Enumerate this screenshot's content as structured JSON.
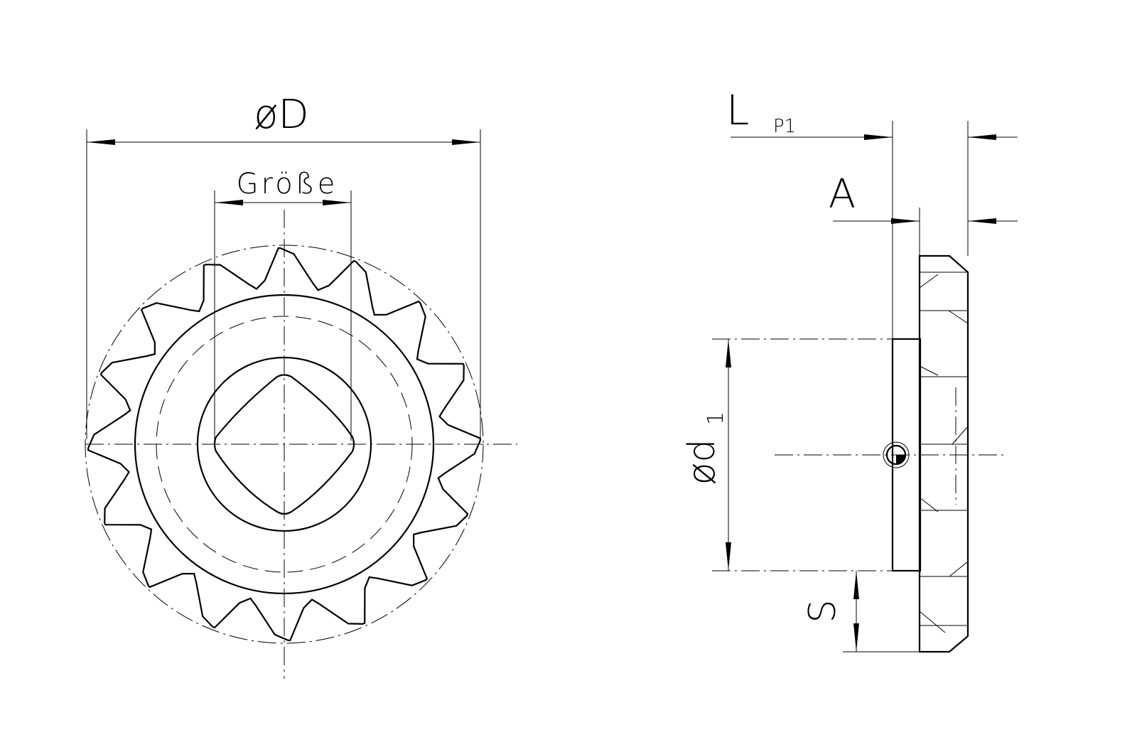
{
  "labels": {
    "outer_diameter": "øD",
    "size": "Größe",
    "length_main": "L",
    "length_sub": "P1",
    "a": "A",
    "bore_diameter_main": "ød",
    "bore_diameter_sub": "1",
    "s": "S"
  }
}
